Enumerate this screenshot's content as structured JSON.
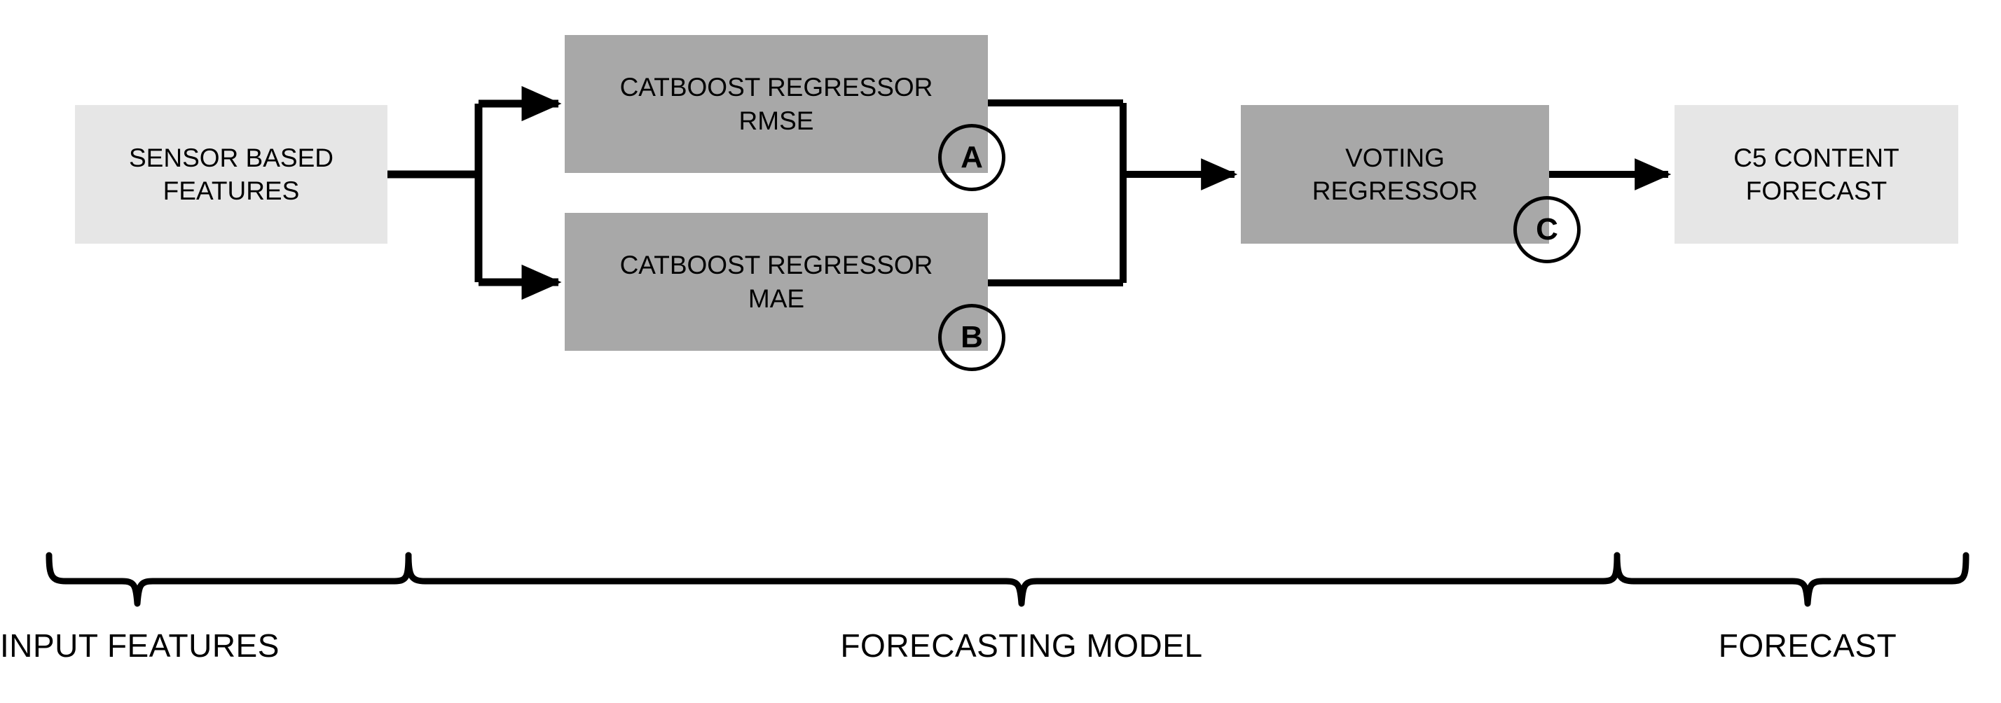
{
  "diagram": {
    "title": "Sensor-based C5 content forecasting model pipeline",
    "colors": {
      "box_light_fill": "#e6e6e6",
      "box_dark_fill": "#a8a8a8",
      "line": "#000000",
      "background": "#ffffff",
      "text": "#000000"
    },
    "nodes": [
      {
        "id": "sensor-features",
        "label": "SENSOR BASED\nFEATURES",
        "style": "light"
      },
      {
        "id": "catboost-rmse",
        "label": "CATBOOST REGRESSOR\nRMSE",
        "style": "dark"
      },
      {
        "id": "catboost-mae",
        "label": "CATBOOST REGRESSOR\nMAE",
        "style": "dark"
      },
      {
        "id": "voting-regressor",
        "label": "VOTING\nREGRESSOR",
        "style": "dark"
      },
      {
        "id": "c5-forecast",
        "label": "C5 CONTENT\nFORECAST",
        "style": "light"
      }
    ],
    "markers": [
      {
        "id": "marker-a",
        "label": "A",
        "attached_to": "catboost-rmse"
      },
      {
        "id": "marker-b",
        "label": "B",
        "attached_to": "catboost-mae"
      },
      {
        "id": "marker-c",
        "label": "C",
        "attached_to": "voting-regressor"
      }
    ],
    "brackets": [
      {
        "id": "bracket-input",
        "label": "INPUT FEATURES"
      },
      {
        "id": "bracket-model",
        "label": "FORECASTING MODEL"
      },
      {
        "id": "bracket-forecast",
        "label": "FORECAST"
      }
    ]
  }
}
